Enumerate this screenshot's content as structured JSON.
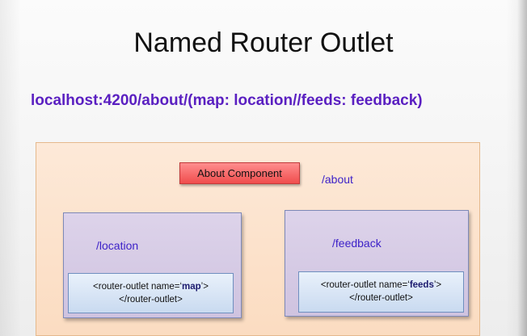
{
  "slide": {
    "title": "Named Router Outlet",
    "url": "localhost:4200/about/(map: location//feeds: feedback)"
  },
  "diagram": {
    "about_component": "About Component",
    "about_path": "/about",
    "left_child": {
      "route": "/location",
      "outlet_open_prefix": "<router-outlet name=‘",
      "outlet_name": "map",
      "outlet_open_suffix": "’>",
      "outlet_close": "</router-outlet>"
    },
    "right_child": {
      "route": "/feedback",
      "outlet_open_prefix": "<router-outlet name=‘",
      "outlet_name": "feeds",
      "outlet_open_suffix": "’>",
      "outlet_close": "</router-outlet>"
    }
  },
  "colors": {
    "url_text": "#5a1fc1",
    "route_text": "#3d22c8",
    "outer_box": "#fbdcc1",
    "about_component": "#f04d4d",
    "child_box": "#cfc3e0",
    "outlet_box": "#c9daf0"
  }
}
